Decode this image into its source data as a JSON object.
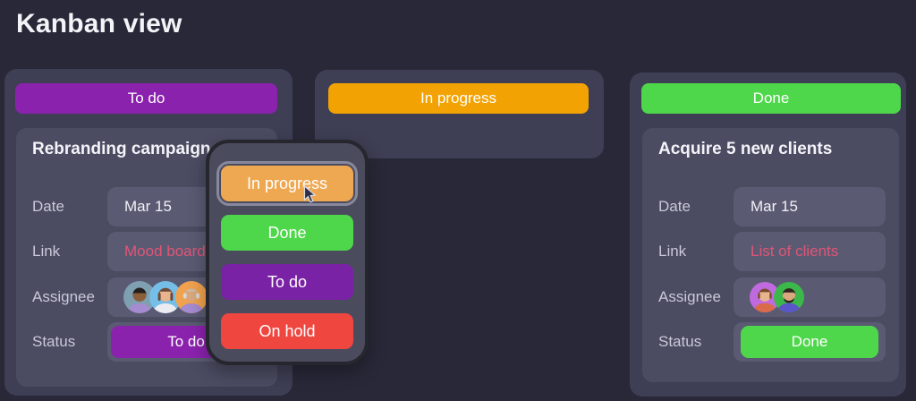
{
  "title": "Kanban view",
  "colors": {
    "background": "#282838",
    "column": "#3E3E54",
    "card": "#4B4B62",
    "field": "#5A5A73",
    "label_text": "#C9C9D8",
    "link_text": "#E05575",
    "popup_background": "#4B4B5E",
    "popup_border": "#26262E"
  },
  "board": {
    "columns": [
      {
        "name": "To do",
        "color": "#8B22AE"
      },
      {
        "name": "In progress",
        "color": "#F2A303"
      },
      {
        "name": "Done",
        "color": "#4ED74B"
      }
    ]
  },
  "cards": {
    "todo": {
      "title": "Rebranding campaign",
      "date_label": "Date",
      "date": "Mar 15",
      "link_label": "Link",
      "link": "Mood board",
      "assignee_label": "Assignee",
      "assignees": [
        "man-teal-avatar",
        "woman-blue-avatar",
        "older-man-orange-avatar"
      ],
      "status_label": "Status",
      "status": "To do",
      "status_color": "#8B22AE"
    },
    "done": {
      "title": "Acquire 5 new clients",
      "date_label": "Date",
      "date": "Mar 15",
      "link_label": "Link",
      "link": "List of clients",
      "assignee_label": "Assignee",
      "assignees": [
        "person-violet-avatar",
        "bearded-man-green-avatar"
      ],
      "status_label": "Status",
      "status": "Done",
      "status_color": "#4ED74B"
    }
  },
  "status_menu": {
    "options": [
      {
        "label": "In progress",
        "color": "#EFA852",
        "selected": true
      },
      {
        "label": "Done",
        "color": "#4ED74B",
        "selected": false
      },
      {
        "label": "To do",
        "color": "#7A22A5",
        "selected": false
      },
      {
        "label": "On hold",
        "color": "#EF4640",
        "selected": false
      }
    ]
  }
}
